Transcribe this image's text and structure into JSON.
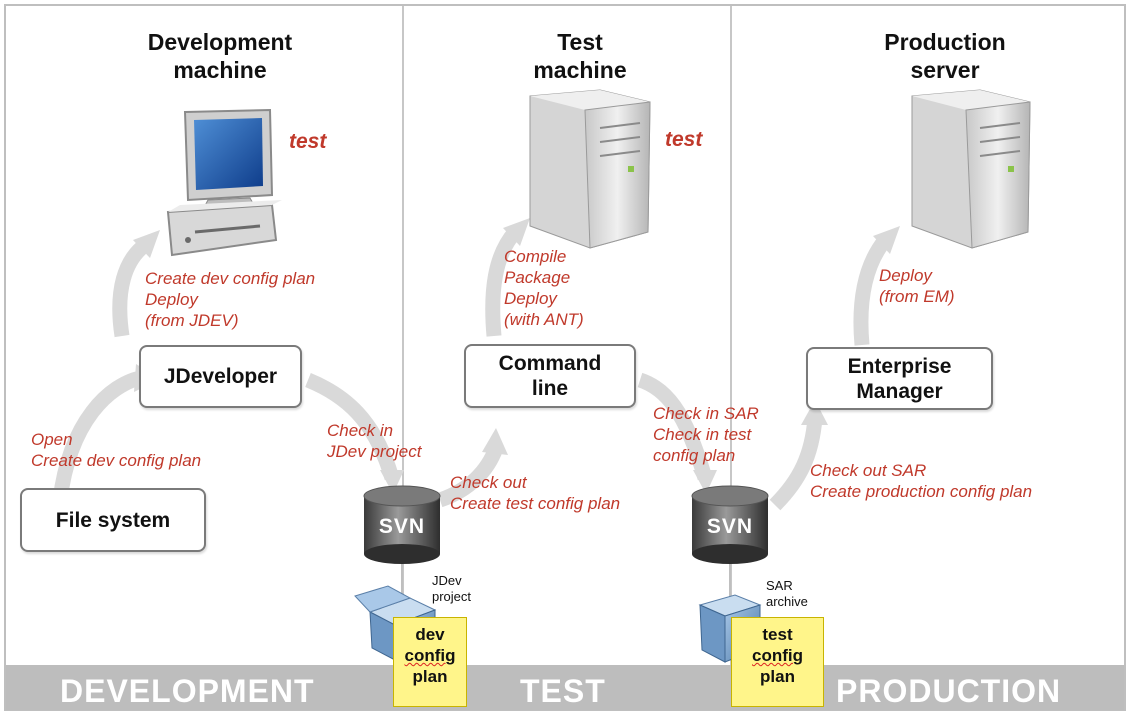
{
  "columns": [
    {
      "title_line1": "Development",
      "title_line2": "machine",
      "bar_label": "DEVELOPMENT"
    },
    {
      "title_line1": "Test",
      "title_line2": "machine",
      "bar_label": "TEST"
    },
    {
      "title_line1": "Production",
      "title_line2": "server",
      "bar_label": "PRODUCTION"
    }
  ],
  "test_tags": [
    "test",
    "test"
  ],
  "boxes": {
    "file_system": "File system",
    "jdeveloper": "JDeveloper",
    "command_line_1": "Command",
    "command_line_2": "line",
    "em_1": "Enterprise",
    "em_2": "Manager"
  },
  "steps": {
    "open_1": "Open",
    "open_2": "Create dev config plan",
    "dev_deploy_1": "Create dev config plan",
    "dev_deploy_2": "Deploy",
    "dev_deploy_3": "(from JDEV)",
    "checkin_jdev_1": "Check in",
    "checkin_jdev_2": "JDev project",
    "checkout_1": "Check out",
    "checkout_2": "Create test config plan",
    "compile_1": "Compile",
    "compile_2": "Package",
    "compile_3": "Deploy",
    "compile_4": "(with ANT)",
    "checkin_sar_1": "Check in SAR",
    "checkin_sar_2": "Check in test",
    "checkin_sar_3": "config plan",
    "checkout_sar_1": "Check out SAR",
    "checkout_sar_2": "Create production config plan",
    "deploy_em_1": "Deploy",
    "deploy_em_2": "(from EM)"
  },
  "repos": [
    "SVN",
    "SVN"
  ],
  "artifacts": {
    "jdev_project_1": "JDev",
    "jdev_project_2": "project",
    "sar_archive_1": "SAR",
    "sar_archive_2": "archive"
  },
  "notes": {
    "dev_1": "dev",
    "dev_2": "config",
    "dev_3": "plan",
    "test_1": "test",
    "test_2": "config",
    "test_3": "plan"
  },
  "colors": {
    "annotation": "#c0392b",
    "bottom_bar": "#bdbdbd",
    "note": "#fff58a",
    "arrow": "#d9d9d9"
  }
}
